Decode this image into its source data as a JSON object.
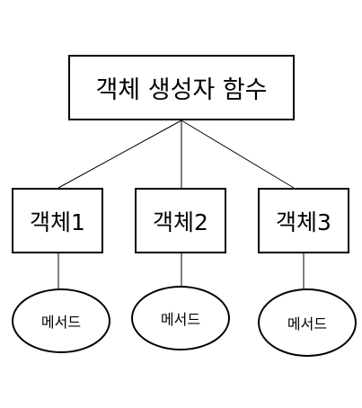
{
  "root": {
    "label": "객체 생성자 함수"
  },
  "objects": [
    {
      "label": "객체1",
      "method": "메서드"
    },
    {
      "label": "객체2",
      "method": "메서드"
    },
    {
      "label": "객체3",
      "method": "메서드"
    }
  ],
  "colors": {
    "stroke": "#000000",
    "fill": "#ffffff"
  }
}
